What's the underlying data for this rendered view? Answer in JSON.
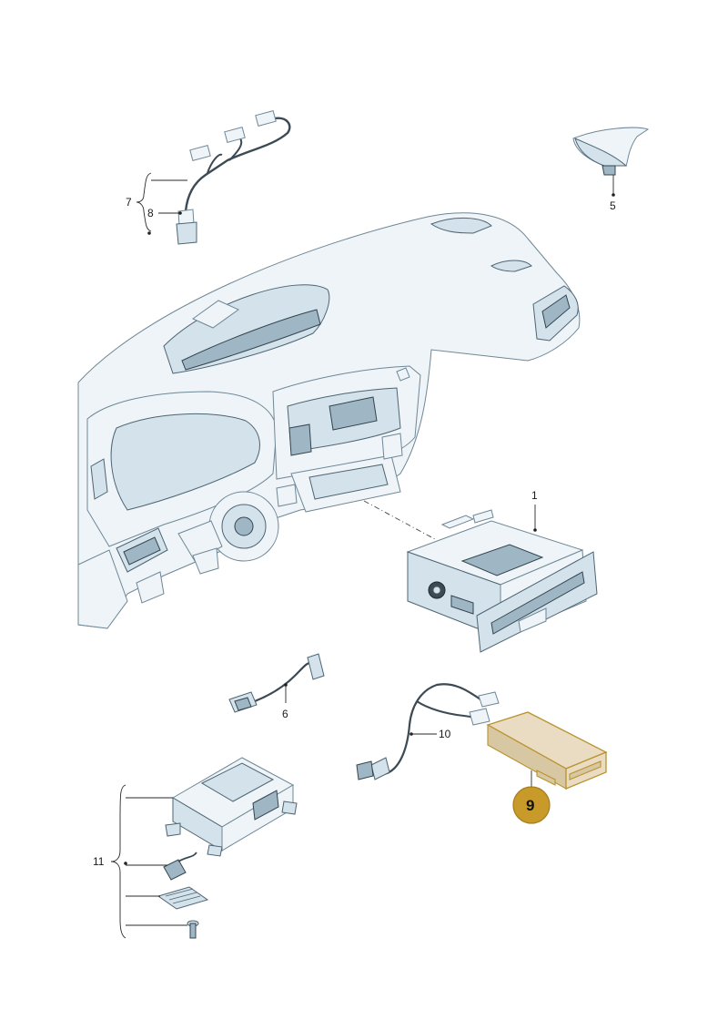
{
  "callouts": {
    "c1": "1",
    "c5": "5",
    "c6": "6",
    "c7": "7",
    "c8": "8",
    "c9": "9",
    "c10": "10",
    "c11": "11"
  },
  "colors": {
    "highlight_badge": "#c89a2a",
    "highlight_part": "#e9dcc2",
    "part_blue": "#d3e2eb"
  }
}
